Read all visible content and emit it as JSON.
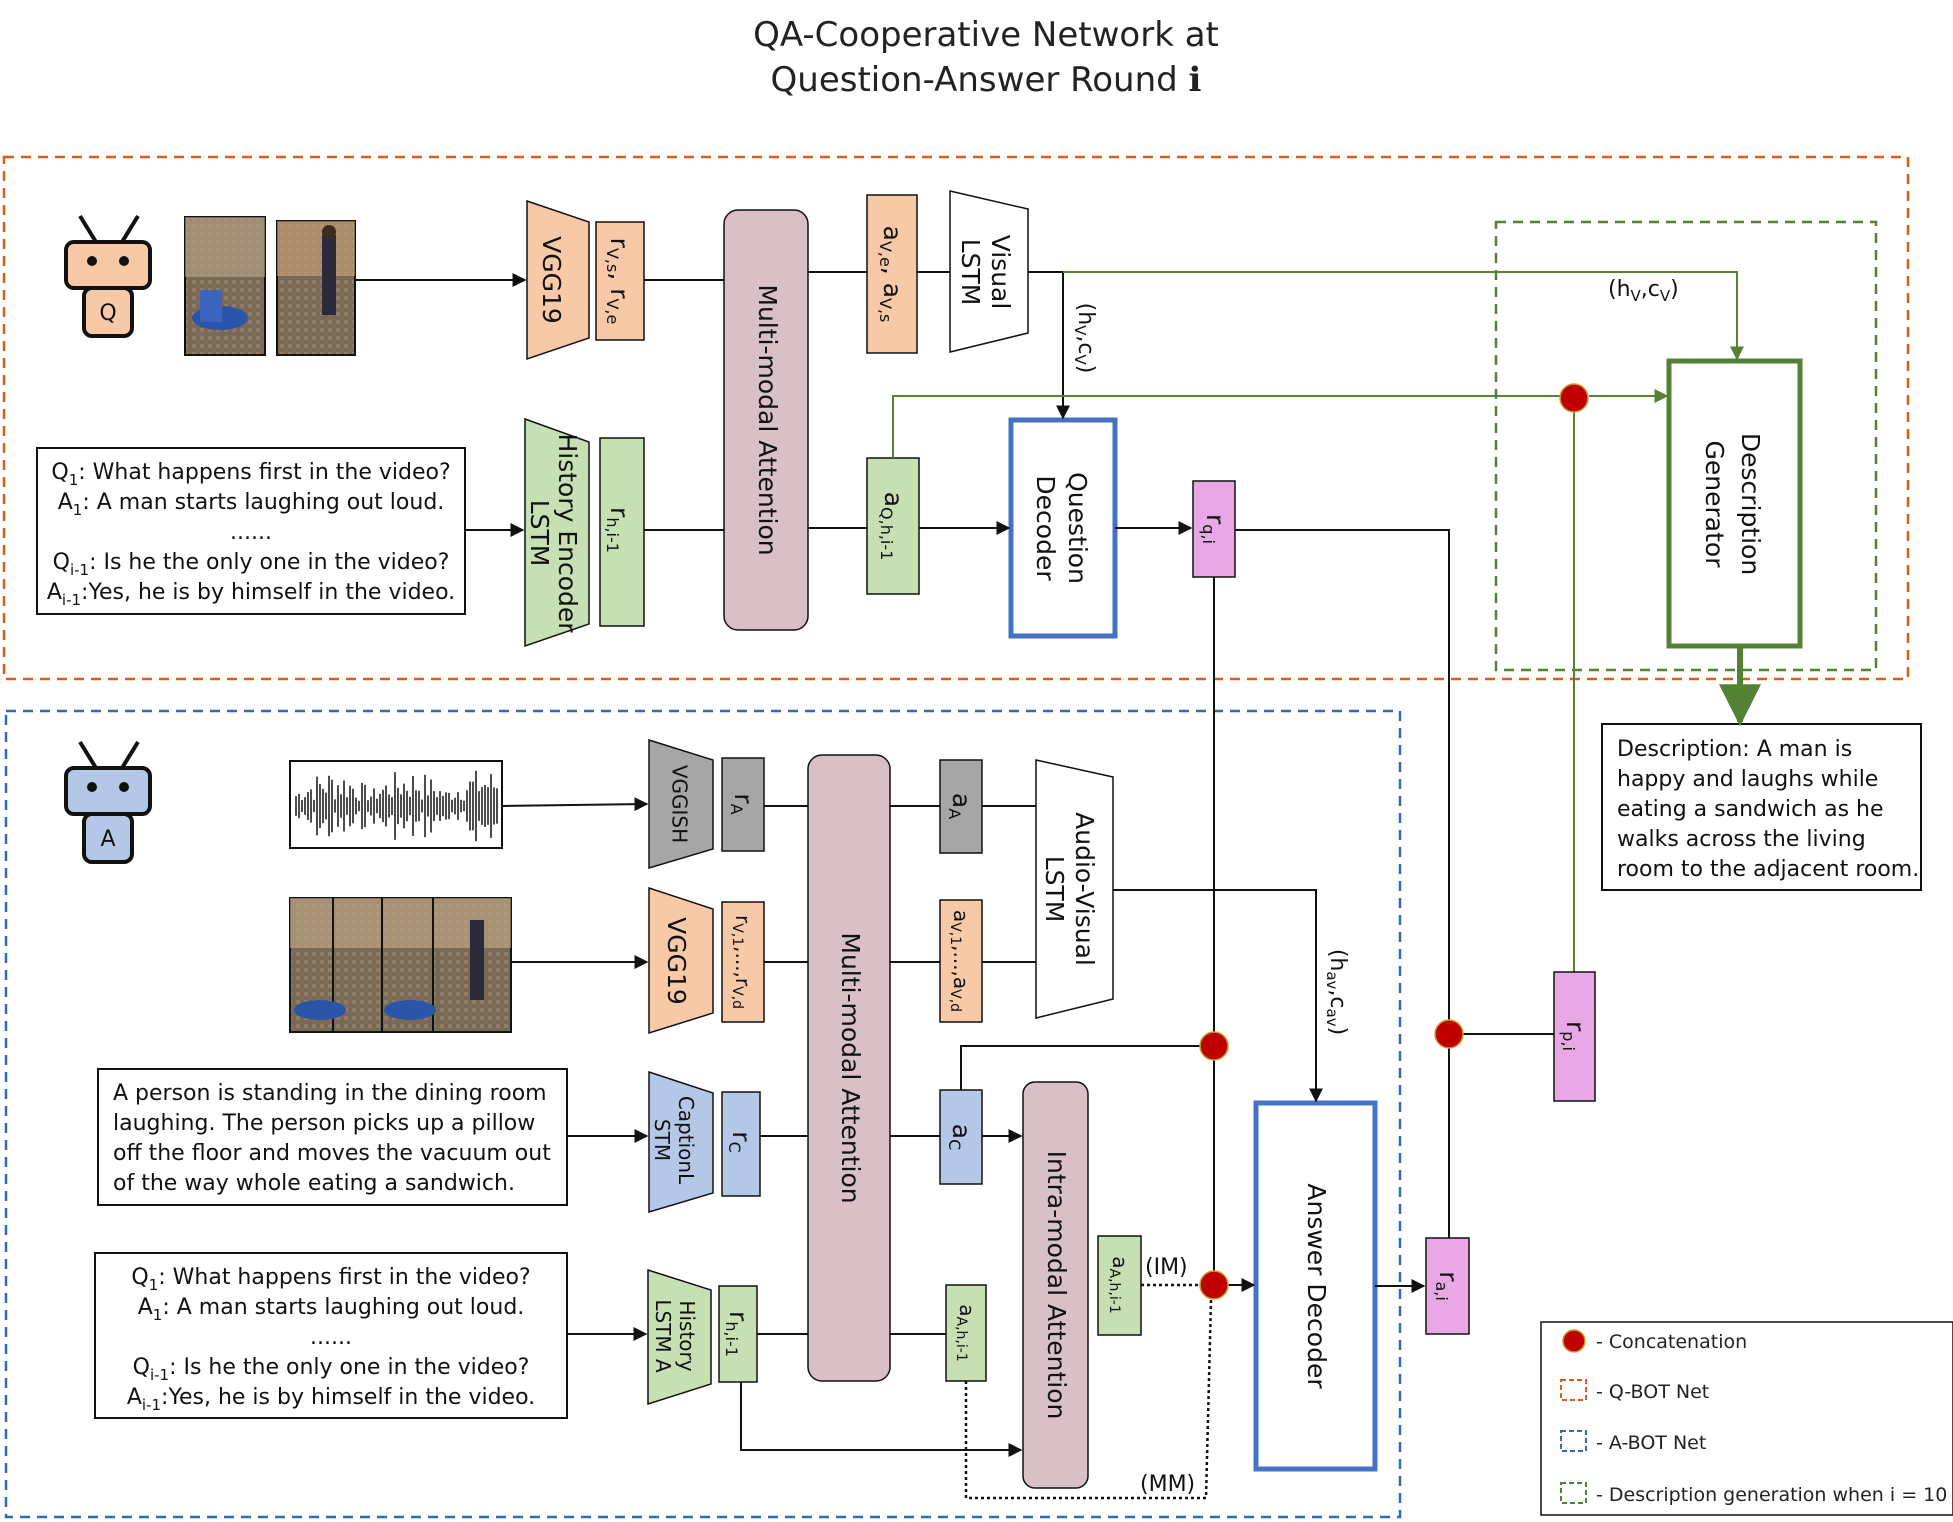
{
  "title": {
    "line1": "QA-Cooperative Network at",
    "line2": "Question-Answer Round ",
    "round_var": "i"
  },
  "qbot": {
    "robot_letter": "Q",
    "vgg": "VGG19",
    "r_vs_ve": "r",
    "r_vs_ve_full": "rV,s, rV,e",
    "r_v_sub1": "V,s",
    "r_v_sep": ", r",
    "r_v_sub2": "V,e",
    "mma": "Multi-modal Attention",
    "a_ve_vs": "a",
    "a_sub1": "V,e",
    "a_sep": ", a",
    "a_sub2": "V,s",
    "visual_lstm_1": "Visual",
    "visual_lstm_2": "LSTM",
    "hist_enc_1": "History Encoder",
    "hist_enc_2": "LSTM",
    "r_h": "r",
    "r_h_sub": "h,i-1",
    "a_q": "a",
    "a_q_sub": "Q,h,i-1",
    "qdec_1": "Question",
    "qdec_2": "Decoder",
    "r_q": "r",
    "r_q_sub": "q,i",
    "hv_cv": "(h",
    "hv_sub": "V",
    "hv_mid": ",c",
    "cv_sub": "V",
    "hv_end": ")",
    "history": [
      {
        "p": "Q",
        "s": "1",
        "t": ": What happens first in the video?"
      },
      {
        "p": "A",
        "s": "1",
        "t": ": A man starts laughing out loud."
      },
      {
        "p": "",
        "s": "",
        "t": "......"
      },
      {
        "p": "Q",
        "s": "i-1",
        "t": ": Is he the only one in the video?"
      },
      {
        "p": "A",
        "s": "i-1",
        "t": ":Yes, he is by himself in the video."
      }
    ]
  },
  "desc": {
    "gen_1": "Description",
    "gen_2": "Generator",
    "lines": [
      "Description: A man is",
      "happy and laughs while",
      "eating a sandwich as he",
      "walks across the living",
      "room to the adjacent room."
    ]
  },
  "abot": {
    "robot_letter": "A",
    "vggish": "VGGISH",
    "r_a": "r",
    "r_a_sub": "A",
    "a_a": "a",
    "a_a_sub": "A",
    "vgg": "VGG19",
    "r_v": "r",
    "r_v_sub1": "V,1",
    "r_v_mid": ",...,r",
    "r_v_sub2": "V,d",
    "a_v": "a",
    "a_v_sub1": "V,1",
    "a_v_mid": ",...,a",
    "a_v_sub2": "V,d",
    "av_lstm_1": "Audio-Visual",
    "av_lstm_2": "LSTM",
    "mma": "Multi-modal Attention",
    "caption_1": "CaptionL",
    "caption_2": "STM",
    "r_c": "r",
    "r_c_sub": "C",
    "a_c": "a",
    "a_c_sub": "C",
    "intra": "Intra-modal Attention",
    "hist_1": "History",
    "hist_2": "LSTM A",
    "r_h": "r",
    "r_h_sub": "h,i-1",
    "a_ah": "a",
    "a_ah_sub": "A,h,i-1",
    "a_ah2": "a",
    "a_ah2_sub": "A,h,i-1",
    "answer_dec": "Answer Decoder",
    "r_a_out": "r",
    "r_a_out_sub": "a,i",
    "r_p": "r",
    "r_p_sub": "p,i",
    "im": "(IM)",
    "mm": "(MM)",
    "hav": "(h",
    "hav_sub": "av",
    "hav_mid": ",c",
    "cav_sub": "av",
    "hav_end": ")",
    "caption_lines": [
      "A person is standing in the dining room",
      "laughing. The person picks up a pillow",
      "off the floor and moves the vacuum out",
      "of the way whole eating a sandwich."
    ],
    "history": [
      {
        "p": "Q",
        "s": "1",
        "t": ": What happens first in the video?"
      },
      {
        "p": "A",
        "s": "1",
        "t": ": A man starts laughing out loud."
      },
      {
        "p": "",
        "s": "",
        "t": "......"
      },
      {
        "p": "Q",
        "s": "i-1",
        "t": ": Is he the only one in the video?"
      },
      {
        "p": "A",
        "s": "i-1",
        "t": ":Yes, he is by himself in the video."
      }
    ]
  },
  "legend": {
    "concat": "- Concatenation",
    "qbot": "- Q-BOT Net",
    "abot": "- A-BOT Net",
    "descgen": "- Description generation  when i = 10"
  },
  "colors": {
    "orange": "#d4601a",
    "blue": "#2e6db4",
    "green": "#548235",
    "peach": "#f8c9a6",
    "lightgreen": "#c6e0b4",
    "pink": "#e8a8e6",
    "mauve": "#d9bfc6",
    "lightblue": "#b4c7e7",
    "gray": "#a6a6a6",
    "red": "#c00000",
    "decoder_blue": "#4472c4"
  }
}
